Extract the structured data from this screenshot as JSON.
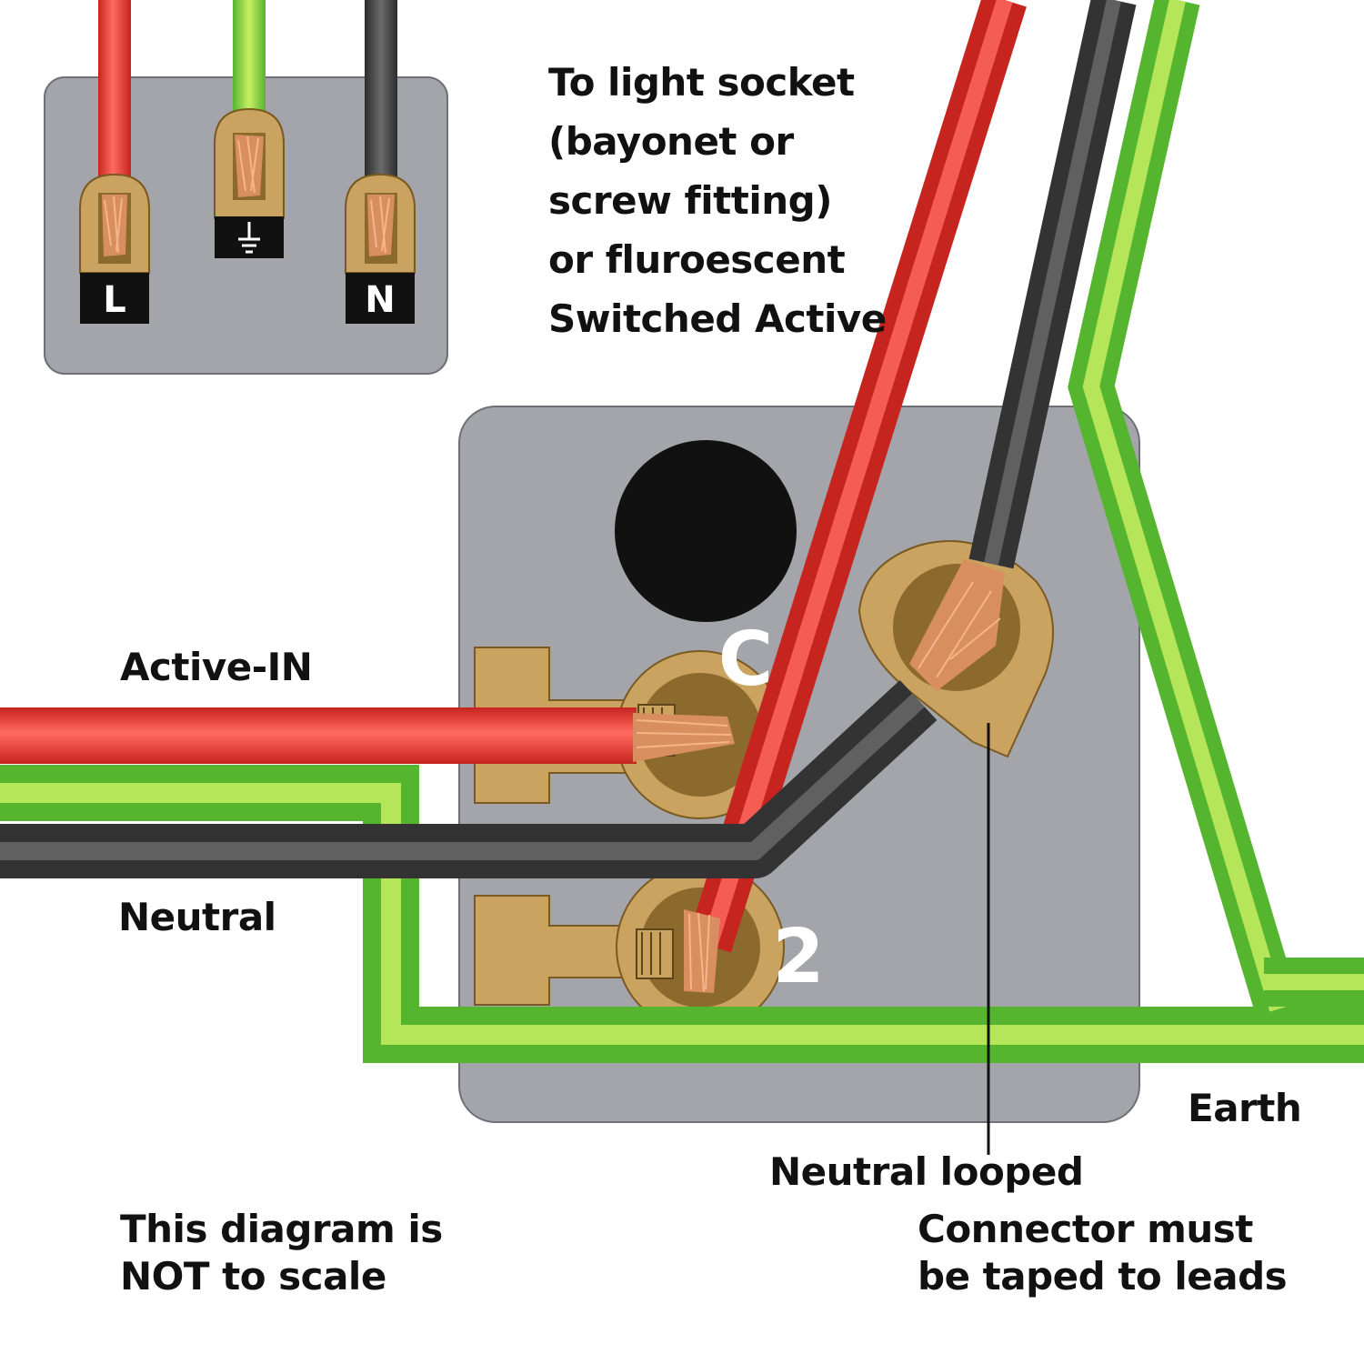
{
  "labels": {
    "socket_lines": [
      "To light socket",
      "(bayonet or",
      "screw fitting)",
      "or fluroescent",
      "Switched Active"
    ],
    "active_in": "Active-IN",
    "neutral": "Neutral",
    "earth": "Earth",
    "neutral_looped": "Neutral looped",
    "connector_lines": [
      "Connector must",
      "be taped to leads"
    ],
    "scale_lines": [
      "This diagram is",
      "NOT to scale"
    ]
  },
  "terminals": {
    "live": "L",
    "neutral": "N",
    "earth_symbol": "⏚",
    "common": "C",
    "switch_2": "2"
  },
  "colors": {
    "active": "#e8413c",
    "earth": "#8fd13f",
    "neutral": "#4a4a4a",
    "plate": "#a3a5ab",
    "brass": "#c9a35f",
    "copper": "#c8825a"
  }
}
